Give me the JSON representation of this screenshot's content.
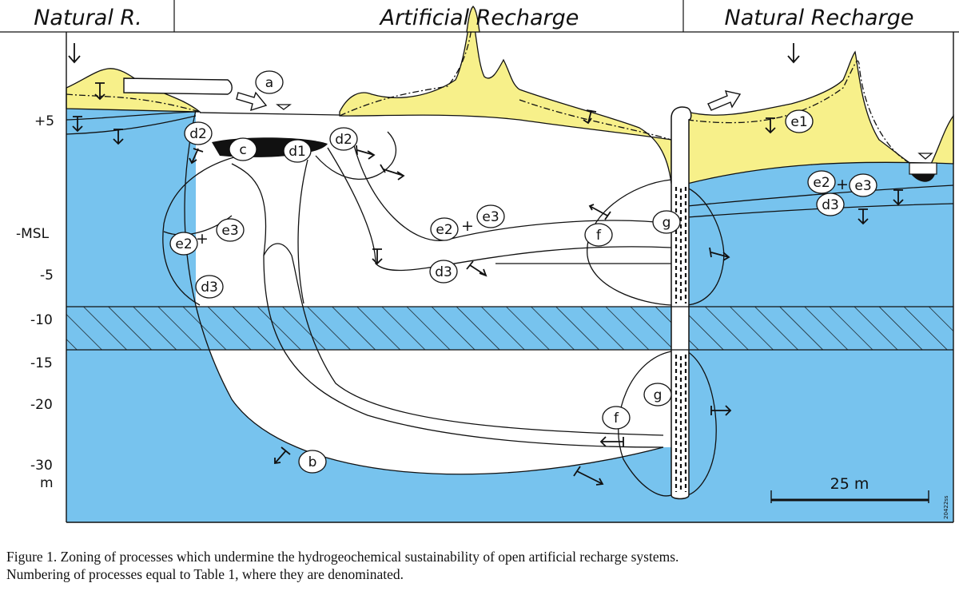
{
  "header": {
    "left": "Natural R.",
    "center": "Artificial  Recharge",
    "right": "Natural Recharge"
  },
  "depth_labels": [
    "+5",
    "-MSL",
    "-5",
    "-10",
    "-15",
    "-20",
    "-30",
    "m"
  ],
  "process_labels": {
    "a": "a",
    "b": "b",
    "c": "c",
    "d1": "d1",
    "d2": "d2",
    "d3": "d3",
    "e1": "e1",
    "e2": "e2",
    "e3": "e3",
    "f": "f",
    "g": "g",
    "plus": "+"
  },
  "scale_bar": "25 m",
  "figure_code": "20422ss",
  "colors": {
    "water": "#77c3ee",
    "sand": "#f7f08a",
    "ink": "#111111"
  },
  "caption": {
    "line1": "Figure 1. Zoning of processes which undermine the hydrogeochemical sustainability of open artificial recharge systems.",
    "line2": "Numbering of processes equal to Table 1, where they are denominated."
  }
}
